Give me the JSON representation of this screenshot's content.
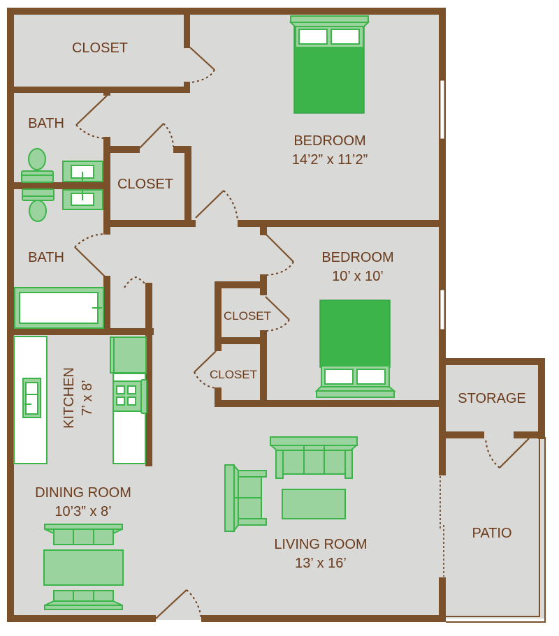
{
  "floorplan": {
    "colors": {
      "wall": "#7a512b",
      "floor": "#d9d9d8",
      "label": "#6b3a1a",
      "furniture_fill": "#9bd39f",
      "furniture_stroke": "#3cb44a",
      "bed": "#3cb44a"
    },
    "rooms": {
      "closet_top": {
        "name": "CLOSET"
      },
      "bath_1": {
        "name": "BATH"
      },
      "closet_hall": {
        "name": "CLOSET"
      },
      "bath_2": {
        "name": "BATH"
      },
      "bedroom_master": {
        "name": "BEDROOM",
        "dimensions": "14’2” x 11’2”"
      },
      "bedroom_2": {
        "name": "BEDROOM",
        "dimensions": "10’ x 10’"
      },
      "closet_bed2_a": {
        "name": "CLOSET"
      },
      "closet_bed2_b": {
        "name": "CLOSET"
      },
      "kitchen": {
        "name": "KITCHEN",
        "dimensions": "7’ x 8’"
      },
      "storage": {
        "name": "STORAGE"
      },
      "dining_room": {
        "name": "DINING ROOM",
        "dimensions": "10’3” x 8’"
      },
      "living_room": {
        "name": "LIVING ROOM",
        "dimensions": "13’ x 16’"
      },
      "patio": {
        "name": "PATIO"
      }
    },
    "furniture": [
      "bed-master",
      "bed-second",
      "toilet-bath-1",
      "toilet-bath-2",
      "sink-bath-1",
      "sink-bath-2",
      "bathtub",
      "kitchen-sink",
      "refrigerator",
      "stove",
      "sofa",
      "armchair",
      "coffee-table",
      "dining-table",
      "dining-bench-top",
      "dining-bench-bottom"
    ]
  }
}
